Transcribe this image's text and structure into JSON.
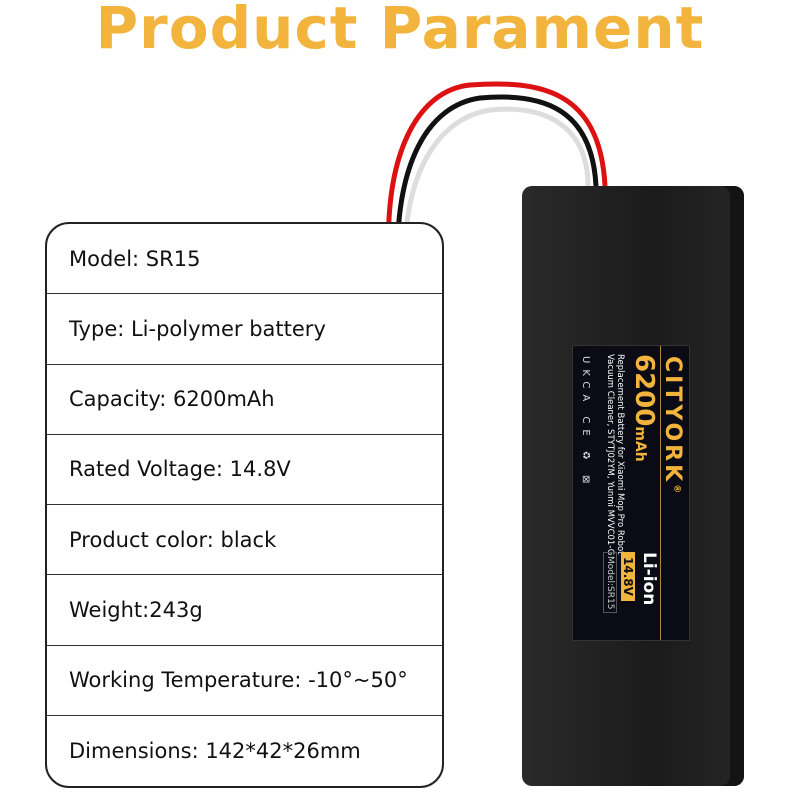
{
  "title": "Product Parament",
  "specs": [
    "Model: SR15",
    "Type: Li-polymer battery",
    "Capacity: 6200mAh",
    "Rated Voltage: 14.8V",
    "Product color: black",
    "Weight:243g",
    "Working Temperature: -10°~50°",
    "Dimensions: 142*42*26mm"
  ],
  "label": {
    "brand": "CITYORK",
    "registered": "®",
    "capacity": "6200",
    "capacity_unit": "mAh",
    "description": "Replacement Battery for Xiaomi Mop Pro Robot Vacuum Cleaner, STYTJ02YM, Yunmi MVVC01-G",
    "chemistry": "Li-ion",
    "voltage": "14.8V",
    "model": "Model:SR15",
    "certifications": "UKCA CE ♻ ⊠"
  },
  "colors": {
    "accent": "#F2B43C",
    "battery": "#1b1b1b"
  }
}
